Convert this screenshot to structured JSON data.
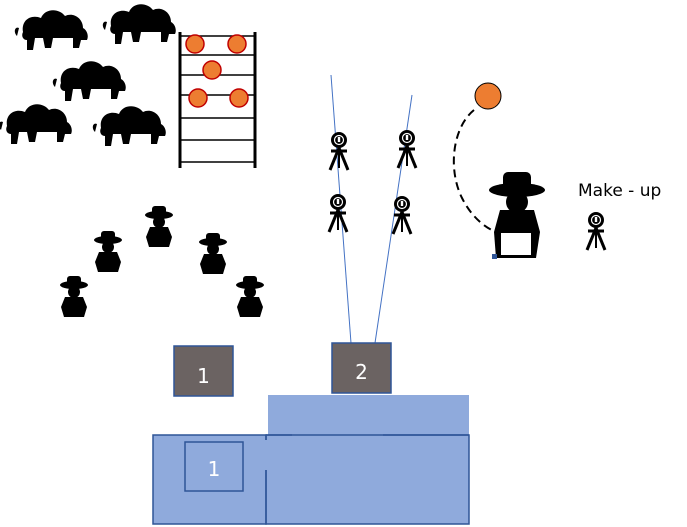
{
  "labels": {
    "box_left": "1",
    "box_center": "2",
    "box_bottom": "1",
    "makeup": "Make - up"
  },
  "icons": {
    "buffalo": "bison-silhouette-icon",
    "cowboy": "cowboy-silhouette-icon",
    "tripod": "tripod-target-icon",
    "steel_target": "orange-plate-target-icon"
  },
  "colors": {
    "building_fill": "#8faadc",
    "building_stroke": "#2f5597",
    "shooting_box": "#6b6362",
    "plate": "#ed7d31",
    "plate_ring": "#c00000",
    "line_of_sight": "#4472c4",
    "silhouette": "#000000"
  }
}
